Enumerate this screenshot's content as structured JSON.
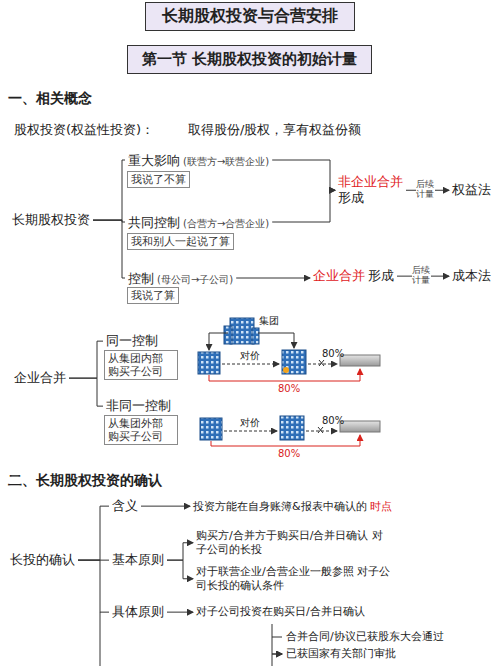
{
  "diagram": {
    "title": "长期股权投资与合营安排",
    "nodes": [
      {
        "text": [
          "第一节 长期股权投资的初始计量"
        ]
      },
      {
        "text": [
          "长期股权投资"
        ]
      },
      {
        "text": [
          "重大影响",
          "(联营方→联营企业)"
        ]
      },
      {
        "text": [
          "我说了不算"
        ]
      },
      {
        "text": [
          "非企业合并",
          "形成"
        ]
      },
      {
        "text": [
          "权益法"
        ]
      },
      {
        "text": [
          "共同控制",
          "(合营方→合营企业)"
        ]
      },
      {
        "text": [
          "我和别人一起说了算"
        ]
      },
      {
        "text": [
          "控制",
          "(母公司→子公司)"
        ]
      },
      {
        "text": [
          "我说了算"
        ]
      },
      {
        "text": [
          "企业合并",
          "形成"
        ]
      },
      {
        "text": [
          "成本法"
        ]
      },
      {
        "text": [
          "企业合并"
        ]
      },
      {
        "text": [
          "同一控制"
        ]
      },
      {
        "text": [
          "从集团内部 购买子公司"
        ]
      },
      {
        "text": [
          "非同一控制"
        ]
      },
      {
        "text": [
          "从集团外部 购买子公司"
        ]
      },
      {
        "text": [
          "长投的确认"
        ]
      },
      {
        "text": [
          "含义"
        ]
      },
      {
        "text": [
          "投资方能在自身账簿&报表中确认的",
          "时点"
        ]
      },
      {
        "text": [
          "基本原则"
        ]
      },
      {
        "text": [
          "购买方/合并方于购买日/合并日确认 对子公司的长投"
        ]
      },
      {
        "text": [
          "对于联营企业/合营企业一般参照 对子公司长投的确认条件"
        ]
      },
      {
        "text": [
          "具体原则"
        ]
      },
      {
        "text": [
          "对子公司投资在购买日/合并日确认"
        ]
      },
      {
        "text": [
          "合并合同/协议已获股东大会通过"
        ]
      },
      {
        "text": [
          "已获国家有关部门审批"
        ]
      }
    ],
    "edges": [
      {
        "from": 1,
        "to": 2,
        "arrow": "none"
      },
      {
        "from": 1,
        "to": 6,
        "arrow": "none"
      },
      {
        "from": 1,
        "to": 8,
        "arrow": "none"
      },
      {
        "from": 2,
        "to": 4,
        "arrow": "to"
      },
      {
        "from": 6,
        "to": 4,
        "arrow": "to"
      },
      {
        "from": 4,
        "to": 5,
        "label": "后续 计量",
        "arrow": "to"
      },
      {
        "from": 8,
        "to": 10,
        "arrow": "to"
      },
      {
        "from": 10,
        "to": 11,
        "label": "后续 计量",
        "arrow": "to"
      },
      {
        "from": 12,
        "to": 13,
        "arrow": "none"
      },
      {
        "from": 12,
        "to": 15,
        "arrow": "none"
      },
      {
        "from": 17,
        "to": 18,
        "arrow": "none"
      },
      {
        "from": 17,
        "to": 20,
        "arrow": "none"
      },
      {
        "from": 17,
        "to": 23,
        "arrow": "none"
      },
      {
        "from": 18,
        "to": 19,
        "arrow": "to"
      },
      {
        "from": 20,
        "to": 21,
        "arrow": "to"
      },
      {
        "from": 20,
        "to": 22,
        "arrow": "to"
      },
      {
        "from": 23,
        "to": 24,
        "arrow": "to"
      }
    ],
    "labels": [
      "一、相关概念",
      "股权投资(权益性投资)：",
      "取得股份/股权，享有权益份额",
      "集团",
      "对价",
      "80%",
      "80%",
      "对价",
      "80%",
      "80%",
      "二、长期股权投资的确认"
    ]
  }
}
